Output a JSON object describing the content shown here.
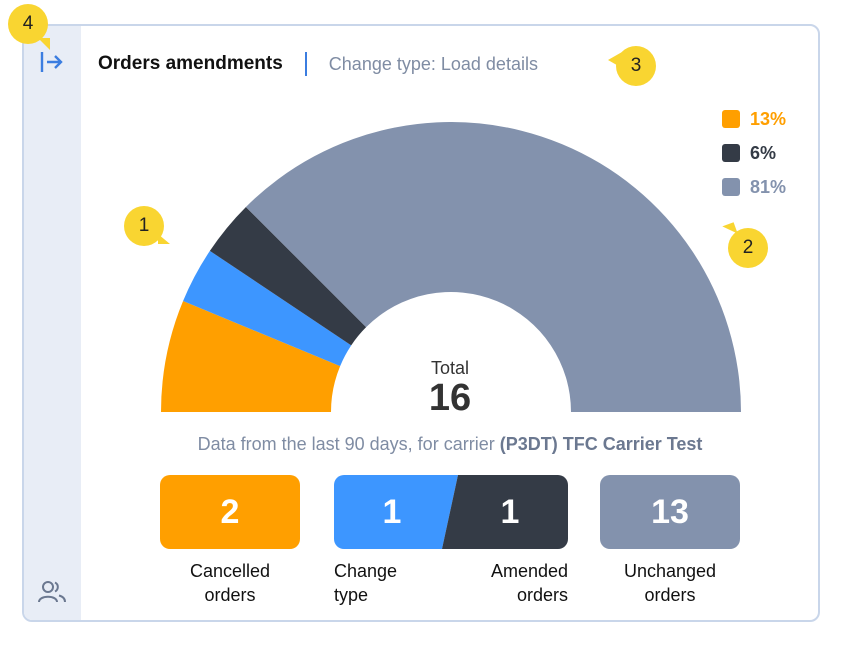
{
  "header": {
    "title": "Orders amendments",
    "subtitle": "Change type: Load details"
  },
  "legend": [
    {
      "label": "13%",
      "color": "#ff9f00"
    },
    {
      "label": "6%",
      "color": "#343b46"
    },
    {
      "label": "81%",
      "color": "#8392ad"
    }
  ],
  "chart_data": {
    "type": "pie",
    "variant": "semi-donut",
    "center_label": "Total",
    "center_value": "16",
    "slices": [
      {
        "name": "Cancelled orders",
        "value": 2,
        "color": "#ff9f00"
      },
      {
        "name": "Change type",
        "value": 1,
        "color": "#3d96ff"
      },
      {
        "name": "Amended orders",
        "value": 1,
        "color": "#343b46"
      },
      {
        "name": "Unchanged orders",
        "value": 12,
        "color": "#8392ad"
      }
    ]
  },
  "note": {
    "prefix": "Data from the last 90 days, for carrier ",
    "carrier": "(P3DT) TFC Carrier Test"
  },
  "stats": {
    "cancelled": {
      "value": "2",
      "caption_line1": "Cancelled",
      "caption_line2": "orders",
      "color": "#ff9f00"
    },
    "change_type": {
      "value": "1",
      "caption_line1": "Change",
      "caption_line2": "type",
      "color": "#3d96ff"
    },
    "amended": {
      "value": "1",
      "caption_line1": "Amended",
      "caption_line2": "orders",
      "color": "#343b46"
    },
    "unchanged": {
      "value": "13",
      "caption_line1": "Unchanged",
      "caption_line2": "orders",
      "color": "#8392ad"
    }
  },
  "badges": {
    "b1": "1",
    "b2": "2",
    "b3": "3",
    "b4": "4"
  },
  "icons": {
    "expand": "arrow-right-bar-icon",
    "users": "users-icon"
  }
}
